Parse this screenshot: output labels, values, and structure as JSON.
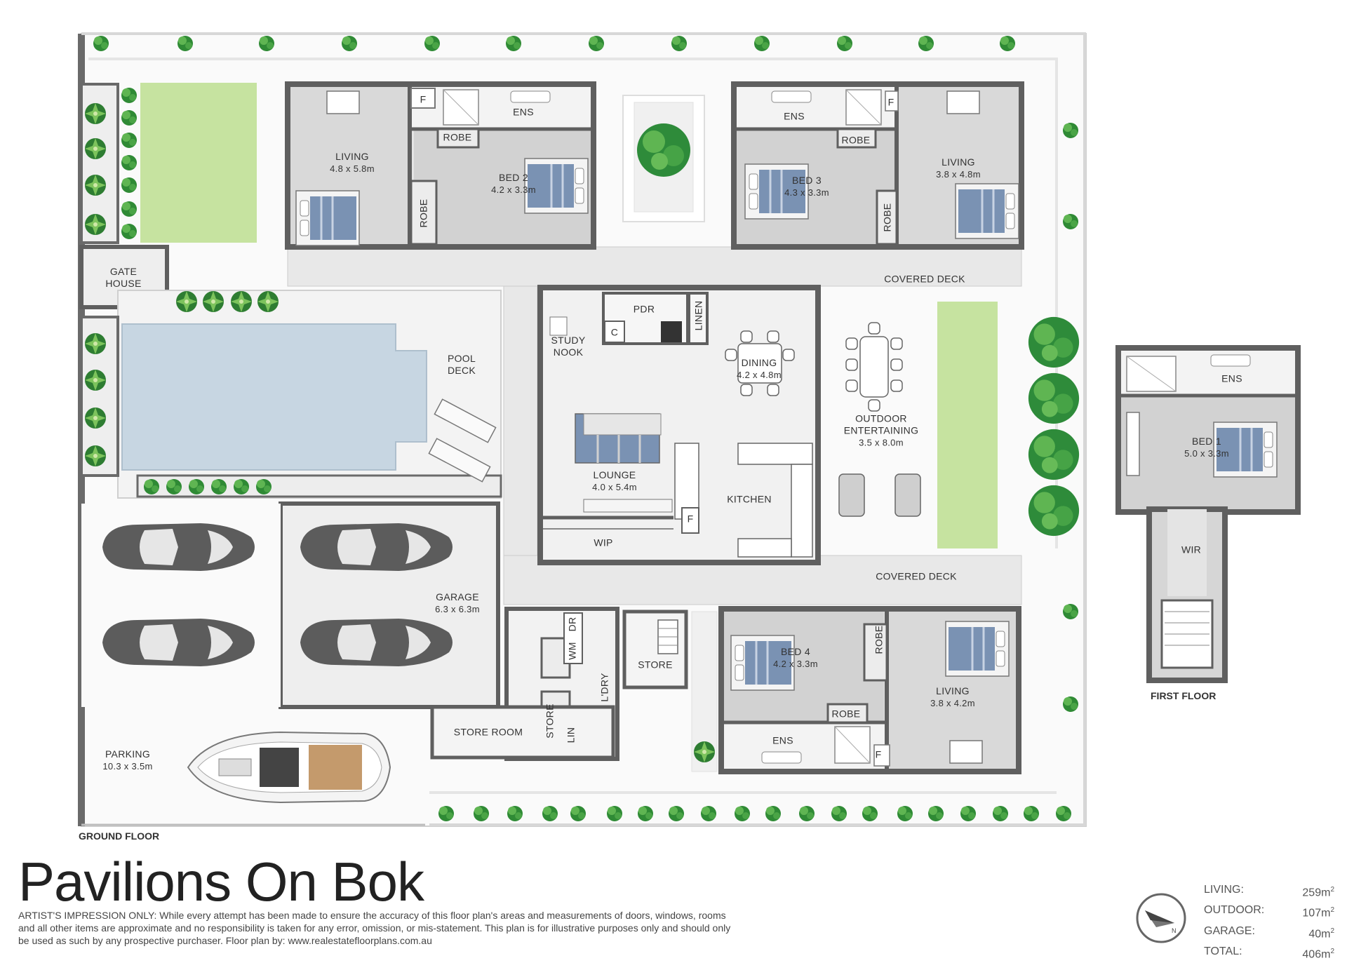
{
  "title": "Pavilions On Bok",
  "disclaimer": "ARTIST'S IMPRESSION ONLY: While every attempt has been made to ensure the accuracy of this floor plan's areas and measurements of doors, windows, rooms and all other items are approximate and no responsibility is taken for any error, omission, or mis-statement. This plan is for illustrative purposes only and should only be used as such by any prospective purchaser. Floor plan by: www.realestatefloorplans.com.au",
  "floors": {
    "ground": "GROUND FLOOR",
    "first": "FIRST FLOOR"
  },
  "rooms": {
    "living_nw": {
      "name": "LIVING",
      "dim": "4.8 x 5.8m"
    },
    "bed2": {
      "name": "BED 2",
      "dim": "4.2 x 3.3m"
    },
    "bed3": {
      "name": "BED 3",
      "dim": "4.3 x 3.3m"
    },
    "living_ne": {
      "name": "LIVING",
      "dim": "3.8 x 4.8m"
    },
    "ens_nw": "ENS",
    "ens_ne": "ENS",
    "robe_nw_top": "ROBE",
    "robe_nw_side": "ROBE",
    "robe_ne_top": "ROBE",
    "robe_ne_side": "ROBE",
    "f_nw": "F",
    "f_ne": "F",
    "gate_house": "GATE HOUSE",
    "covered_deck_top": "COVERED DECK",
    "covered_deck_bottom": "COVERED DECK",
    "pool_deck": "POOL DECK",
    "pdr": "PDR",
    "linen": "LINEN",
    "c": "C",
    "study_nook": "STUDY NOOK",
    "dining": {
      "name": "DINING",
      "dim": "4.2 x 4.8m"
    },
    "outdoor_entertaining": {
      "name": "OUTDOOR ENTERTAINING",
      "dim": "3.5 x 8.0m"
    },
    "lounge": {
      "name": "LOUNGE",
      "dim": "4.0 x 5.4m"
    },
    "kitchen": "KITCHEN",
    "f_kitchen": "F",
    "wip": "WIP",
    "garage": {
      "name": "GARAGE",
      "dim": "6.3 x 6.3m"
    },
    "wm": "WM",
    "dr": "DR",
    "ldry": "L'DRY",
    "store_small": "STORE",
    "lin": "LIN",
    "store": "STORE",
    "store_room": "STORE ROOM",
    "bed4": {
      "name": "BED 4",
      "dim": "4.2 x 3.3m"
    },
    "robe_se_side": "ROBE",
    "robe_se_bottom": "ROBE",
    "ens_se": "ENS",
    "f_se": "F",
    "living_se": {
      "name": "LIVING",
      "dim": "3.8 x 4.2m"
    },
    "parking": {
      "name": "PARKING",
      "dim": "10.3 x 3.5m"
    },
    "ens_ff": "ENS",
    "bed1": {
      "name": "BED 1",
      "dim": "5.0 x 3.3m"
    },
    "wir": "WIR"
  },
  "areas": [
    {
      "label": "LIVING:",
      "value": "259m",
      "unit": "2"
    },
    {
      "label": "OUTDOOR:",
      "value": "107m",
      "unit": "2"
    },
    {
      "label": "GARAGE:",
      "value": "40m",
      "unit": "2"
    },
    {
      "label": "TOTAL:",
      "value": "406m",
      "unit": "2"
    }
  ],
  "colors": {
    "wall": "#5f5f5f",
    "room_floor": "#d6d6d6",
    "wet_area": "#efefef",
    "deck": "#e8e8e8",
    "lawn": "#c6e3a0",
    "pool": "#c7d6e2",
    "plant": "#3f9a3f",
    "car": "#5c5c5c",
    "bed_accent": "#7a92b3"
  }
}
